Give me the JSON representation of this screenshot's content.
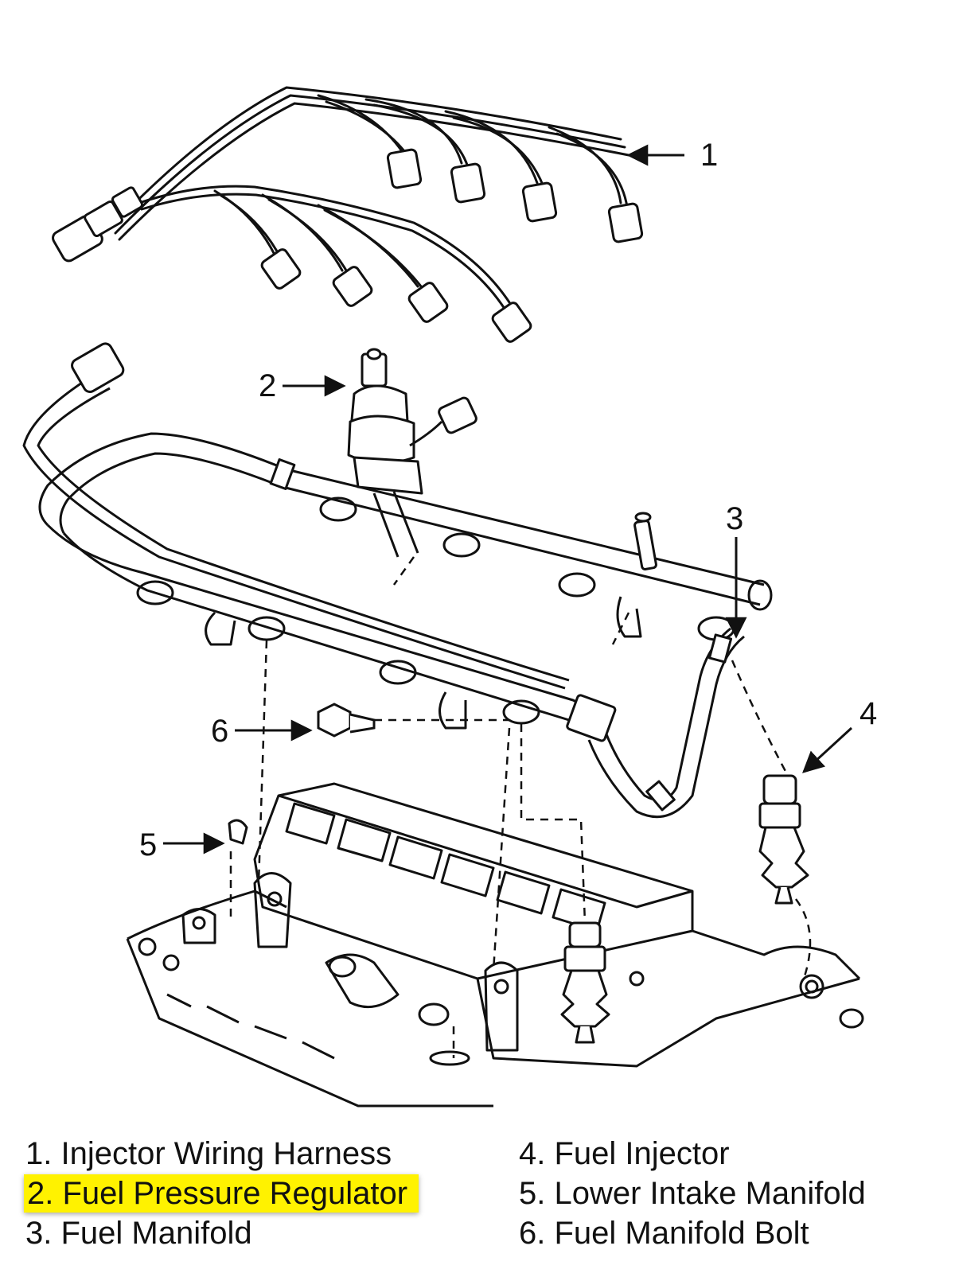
{
  "callouts": [
    "1",
    "2",
    "3",
    "4",
    "5",
    "6"
  ],
  "legend": {
    "items": [
      {
        "text": "1. Injector Wiring Harness"
      },
      {
        "text": "2. Fuel Pressure Regulator",
        "highlighted": true
      },
      {
        "text": "3. Fuel Manifold"
      },
      {
        "text": "4. Fuel Injector"
      },
      {
        "text": "5. Lower Intake Manifold"
      },
      {
        "text": "6. Fuel Manifold Bolt"
      }
    ]
  },
  "colors": {
    "ink": "#111111",
    "highlight": "#fff200",
    "background": "#ffffff"
  }
}
